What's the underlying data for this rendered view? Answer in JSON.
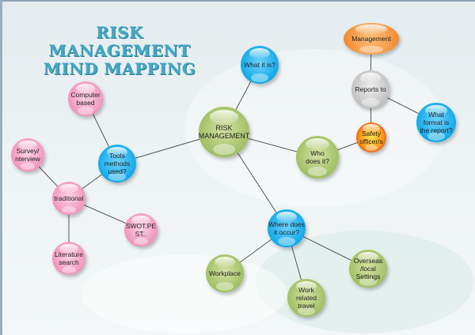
{
  "title": {
    "line1": "RISK MANAGEMENT",
    "line2": "MIND MAPPING"
  },
  "nodes": {
    "risk_management": "RISK\nMANAGEMENT",
    "what_it_is": "What it is?",
    "management": "Management",
    "reports_to": "Reports to",
    "what_format": "What\nformat is\nthe report?",
    "safety_officers": "Safety\nofficer/s",
    "who_does_it": "Who\ndoes it?",
    "tools_methods": "Tools\nmethods\nused?",
    "computer_based": "Computer\nbased",
    "survey_interview": "Survey/\nnterview",
    "traditional": "traditional",
    "swot_pest": "SWOT.PE\nST..",
    "literature_search": "Literature\nsearch",
    "where_occur": "Where does\nit occur?",
    "workplace": "Workplace",
    "work_travel": "Work related\ntravel",
    "overseas_local": "Overseas\n/local\nSettings"
  },
  "colors": {
    "title": "#45a8c4",
    "green": "#9cbd5e",
    "blue": "#10a8ea",
    "pink": "#f08fb8",
    "gray": "#bdbdbd",
    "orange": "#f3913a",
    "red": "#e82c12"
  }
}
